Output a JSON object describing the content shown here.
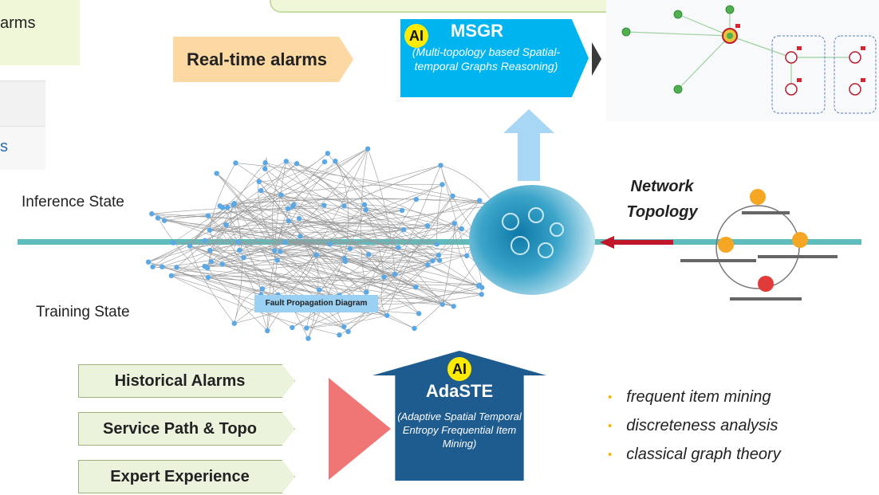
{
  "top_left": {
    "note_text": "arms",
    "table_fragment_text": "s"
  },
  "realtime_alarms": {
    "label": "Real-time alarms"
  },
  "msgr": {
    "ai_badge": "AI",
    "title": "MSGR",
    "subtitle": "(Multi-topology based Spatial-temporal Graphs Reasoning)"
  },
  "states": {
    "inference": "Inference State",
    "training": "Training State"
  },
  "fault_diagram": {
    "label": "Fault Propagation Diagram"
  },
  "network_topology": {
    "label": "Network Topology"
  },
  "inputs": [
    {
      "label": "Historical Alarms"
    },
    {
      "label": "Service Path & Topo"
    },
    {
      "label": "Expert Experience"
    }
  ],
  "adaste": {
    "ai_badge": "AI",
    "title": "AdaSTE",
    "subtitle": "(Adaptive Spatial Temporal Entropy Frequential Item Mining)"
  },
  "methods": [
    "frequent item mining",
    "discreteness analysis",
    "classical graph theory"
  ],
  "colors": {
    "msgr_blue": "#00b4f0",
    "adaste_navy": "#1e5b8f",
    "realtime_orange": "#fcd8a3",
    "input_green": "#ebf3dc",
    "timeline_teal": "#5fbcbc",
    "network_arrow_red": "#c0182a",
    "bullet_gold": "#f5b800",
    "ai_badge_yellow": "#ffeb00"
  }
}
